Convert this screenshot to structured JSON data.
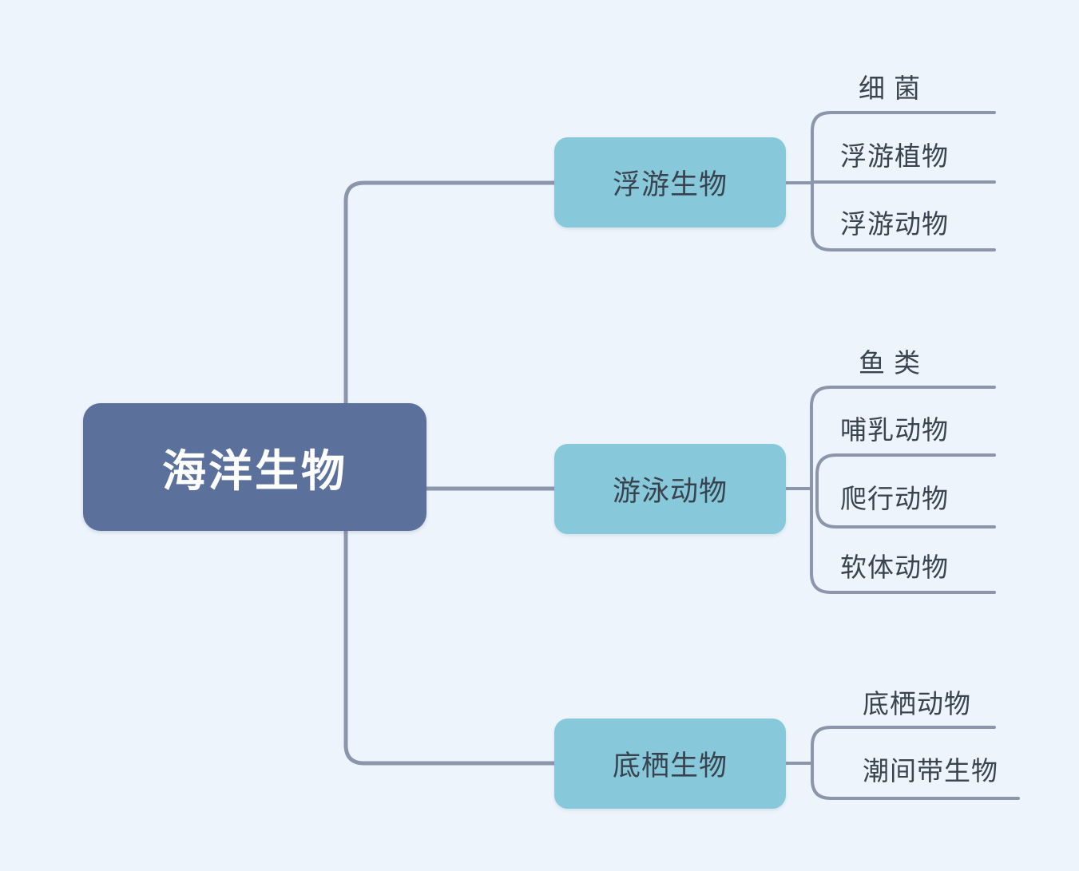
{
  "diagram": {
    "type": "mind-map",
    "title": "海洋生物",
    "background_color": "#edf4fc",
    "root_color": "#5b719c",
    "branch_color": "#87c9da",
    "connector_color": "#8b96ab",
    "root_text_color": "#ffffff",
    "branch_text_color": "#39434f",
    "leaf_text_color": "#3a4450"
  },
  "root": {
    "label": "海洋生物"
  },
  "branches": [
    {
      "label": "浮游生物",
      "leaves": [
        {
          "label": "细  菌"
        },
        {
          "label": "浮游植物"
        },
        {
          "label": "浮游动物"
        }
      ]
    },
    {
      "label": "游泳动物",
      "leaves": [
        {
          "label": "鱼  类"
        },
        {
          "label": "哺乳动物"
        },
        {
          "label": "爬行动物"
        },
        {
          "label": "软体动物"
        }
      ]
    },
    {
      "label": "底栖生物",
      "leaves": [
        {
          "label": "底栖动物"
        },
        {
          "label": "潮间带生物"
        }
      ]
    }
  ]
}
